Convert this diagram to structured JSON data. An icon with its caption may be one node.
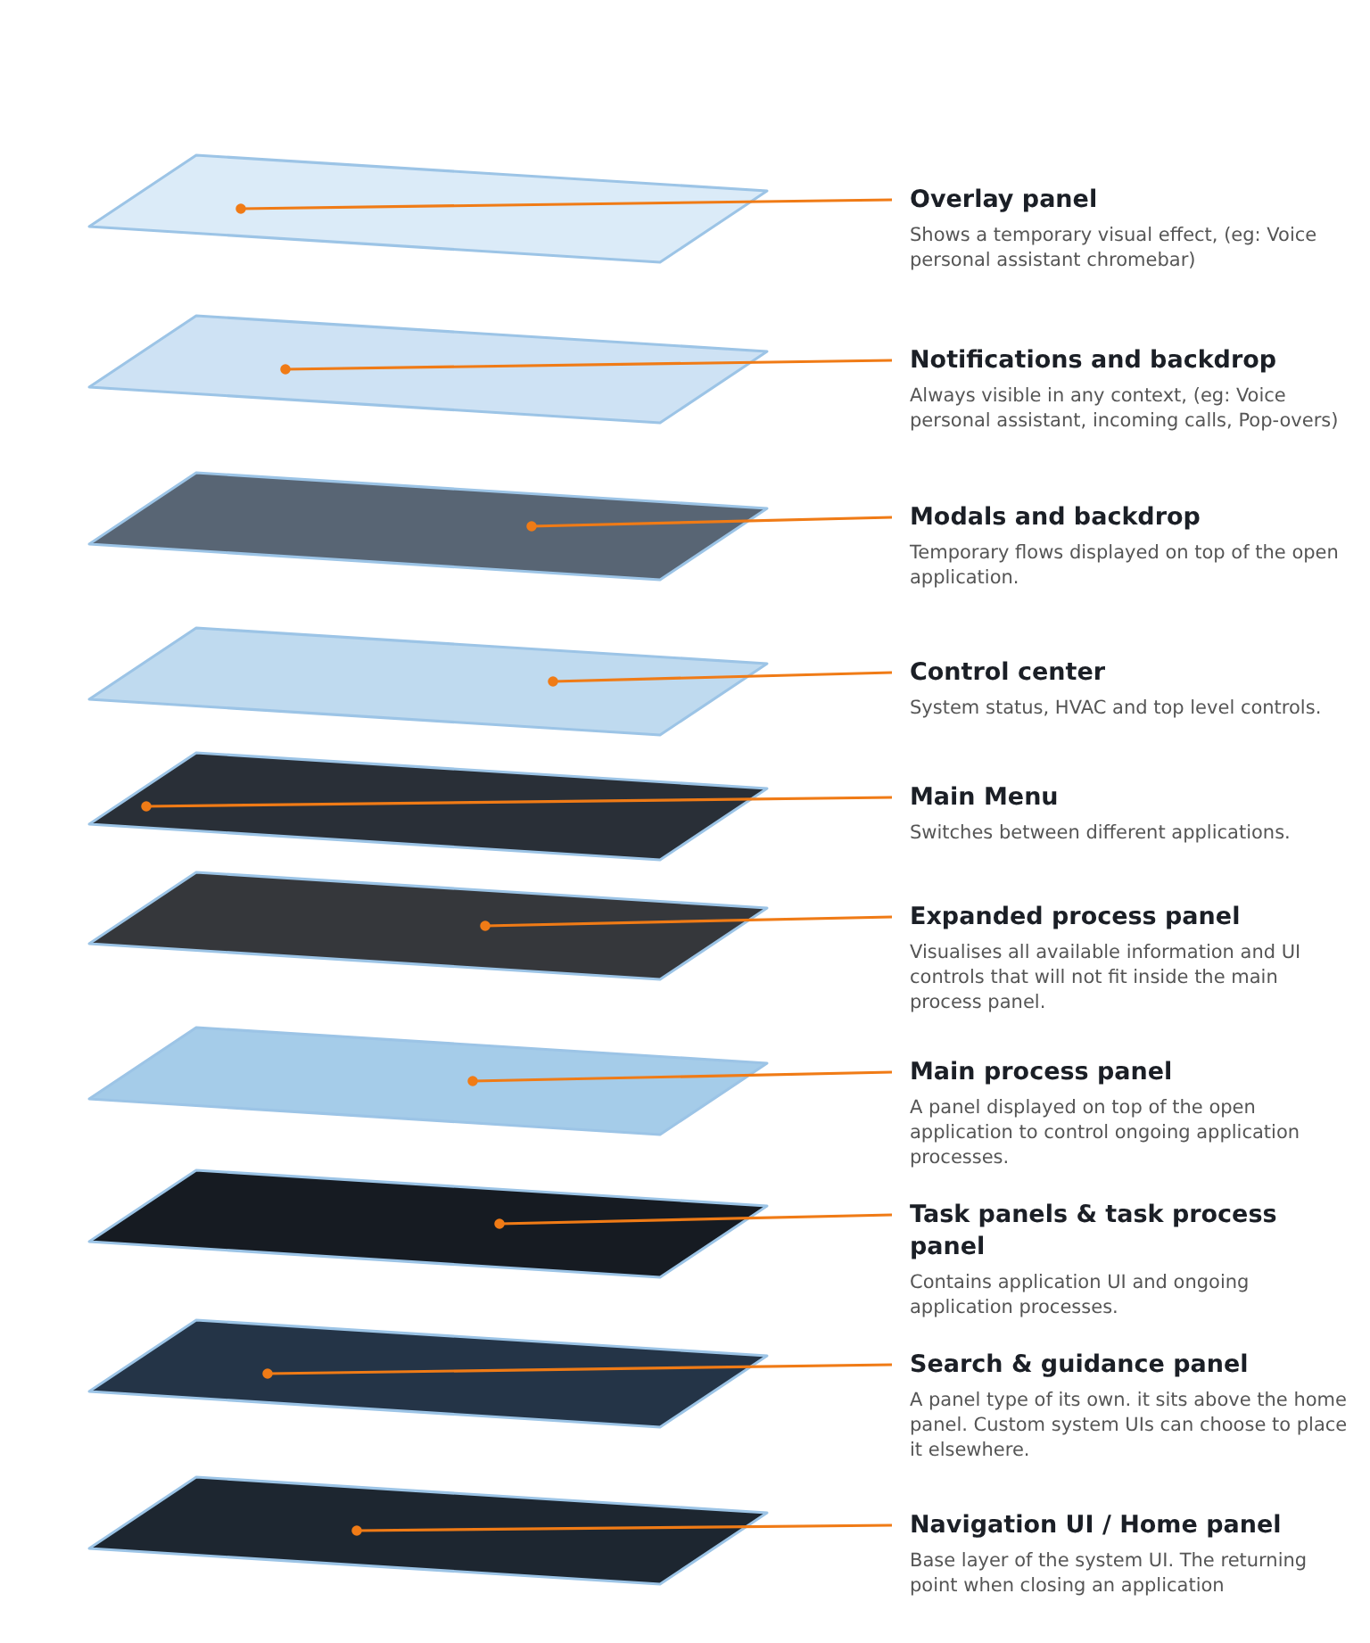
{
  "diagram": {
    "nodes": [
      {
        "text": [],
        "shape": "box"
      },
      {
        "text": [],
        "shape": "box"
      },
      {
        "text": [],
        "shape": "box"
      },
      {
        "text": [],
        "shape": "box"
      },
      {
        "text": [],
        "shape": "box"
      },
      {
        "text": [],
        "shape": "box"
      },
      {
        "text": [],
        "shape": "box"
      },
      {
        "text": [],
        "shape": "box"
      },
      {
        "text": [],
        "shape": "box"
      },
      {
        "text": [],
        "shape": "box"
      },
      {
        "text": [
          "Overlay panel",
          "Shows a temporary visual effect, (eg: Voice personal assistant chromebar)"
        ]
      },
      {
        "text": [
          "Notifications and backdrop",
          "Always visible in any context, (eg: Voice personal assistant, incoming calls, Pop-overs)"
        ]
      },
      {
        "text": [
          "Modals and backdrop",
          "Temporary flows displayed on top of the open application."
        ]
      },
      {
        "text": [
          "Control center",
          "System status, HVAC and top level controls."
        ]
      },
      {
        "text": [
          "Main Menu",
          "Switches between different applications."
        ]
      },
      {
        "text": [
          "Expanded process panel",
          "Visualises all available information and UI controls that will not fit inside the main process panel."
        ]
      },
      {
        "text": [
          "Main process panel",
          "A panel displayed on top of the open application to control ongoing application processes."
        ]
      },
      {
        "text": [
          "Task panels & task process panel",
          "Contains application UI and ongoing application processes."
        ]
      },
      {
        "text": [
          "Search & guidance panel",
          "A panel type of its own. it sits above the home panel. Custom system UIs can choose to place it elsewhere."
        ]
      },
      {
        "text": [
          "Navigation UI / Home panel",
          "Base layer of the system UI. The returning point when closing an application"
        ]
      }
    ],
    "edges": [
      {
        "from": 10,
        "to": 0,
        "arrow": "other"
      },
      {
        "from": 11,
        "to": 1,
        "arrow": "other"
      },
      {
        "from": 12,
        "to": 2,
        "arrow": "other"
      },
      {
        "from": 13,
        "to": 3,
        "arrow": "other"
      },
      {
        "from": 14,
        "to": 4,
        "arrow": "other"
      },
      {
        "from": 15,
        "to": 5,
        "arrow": "other"
      },
      {
        "from": 16,
        "to": 6,
        "arrow": "other"
      },
      {
        "from": 17,
        "to": 7,
        "arrow": "other"
      },
      {
        "from": 18,
        "to": 8,
        "arrow": "other"
      },
      {
        "from": 19,
        "to": 9,
        "arrow": "other"
      }
    ]
  }
}
